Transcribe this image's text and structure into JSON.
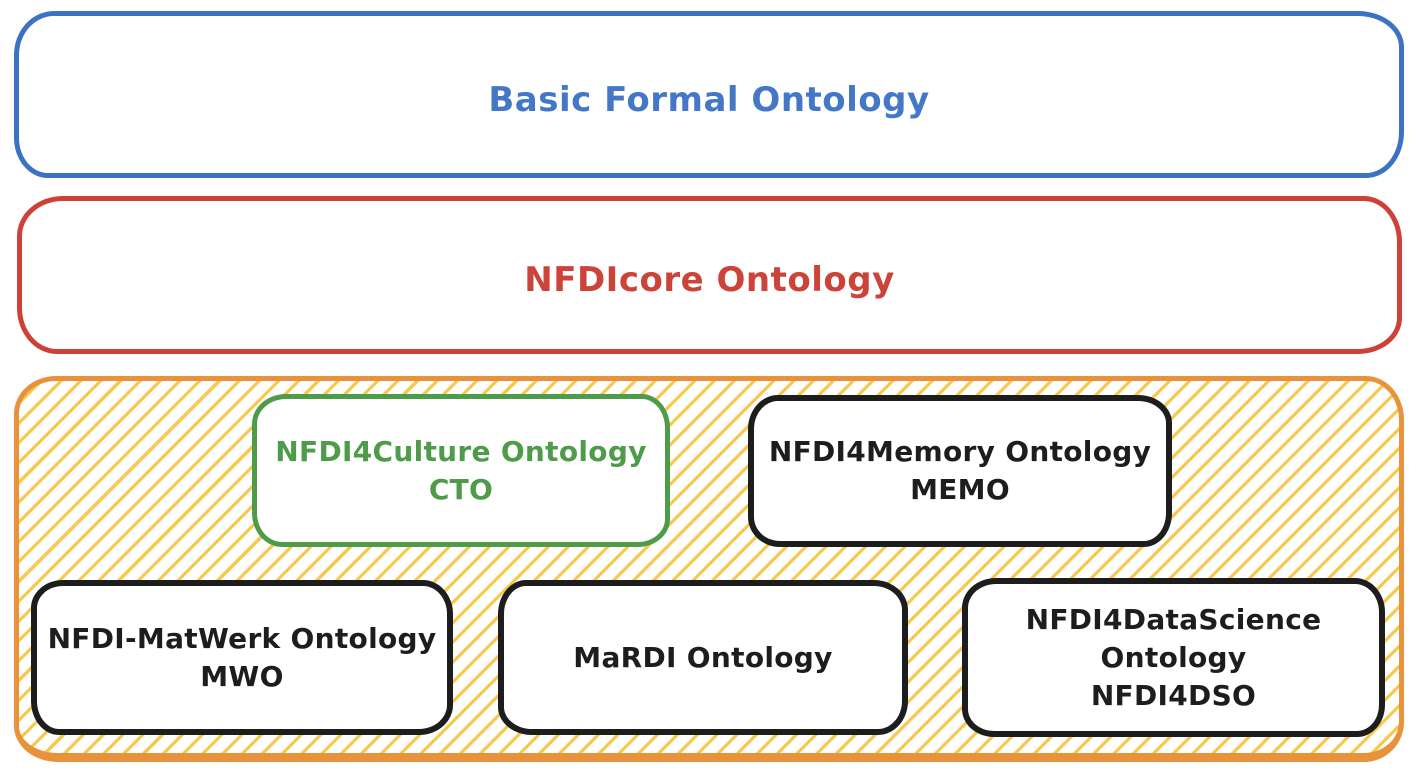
{
  "diagram": {
    "layers": {
      "bfo": {
        "label": "Basic Formal Ontology",
        "border_color": "#3b72c4",
        "text_color": "#4478c6"
      },
      "nfdicore": {
        "label": "NFDIcore Ontology",
        "border_color": "#ce4138",
        "text_color": "#cc4339"
      },
      "consortia": {
        "border_color": "#e8923c",
        "hatch_color": "#f8c84f",
        "boxes": {
          "cto": {
            "line1": "NFDI4Culture Ontology",
            "line2": "CTO",
            "color": "#4e9b4a"
          },
          "memo": {
            "line1": "NFDI4Memory Ontology",
            "line2": "MEMO",
            "color": "#1d1d1d"
          },
          "mwo": {
            "line1": "NFDI-MatWerk Ontology",
            "line2": "MWO",
            "color": "#1d1d1d"
          },
          "mardi": {
            "line1": "MaRDI Ontology",
            "color": "#1d1d1d"
          },
          "nfdi4dso": {
            "line1": "NFDI4DataScience",
            "line2": "Ontology",
            "line3": "NFDI4DSO",
            "color": "#1d1d1d"
          }
        }
      }
    }
  }
}
